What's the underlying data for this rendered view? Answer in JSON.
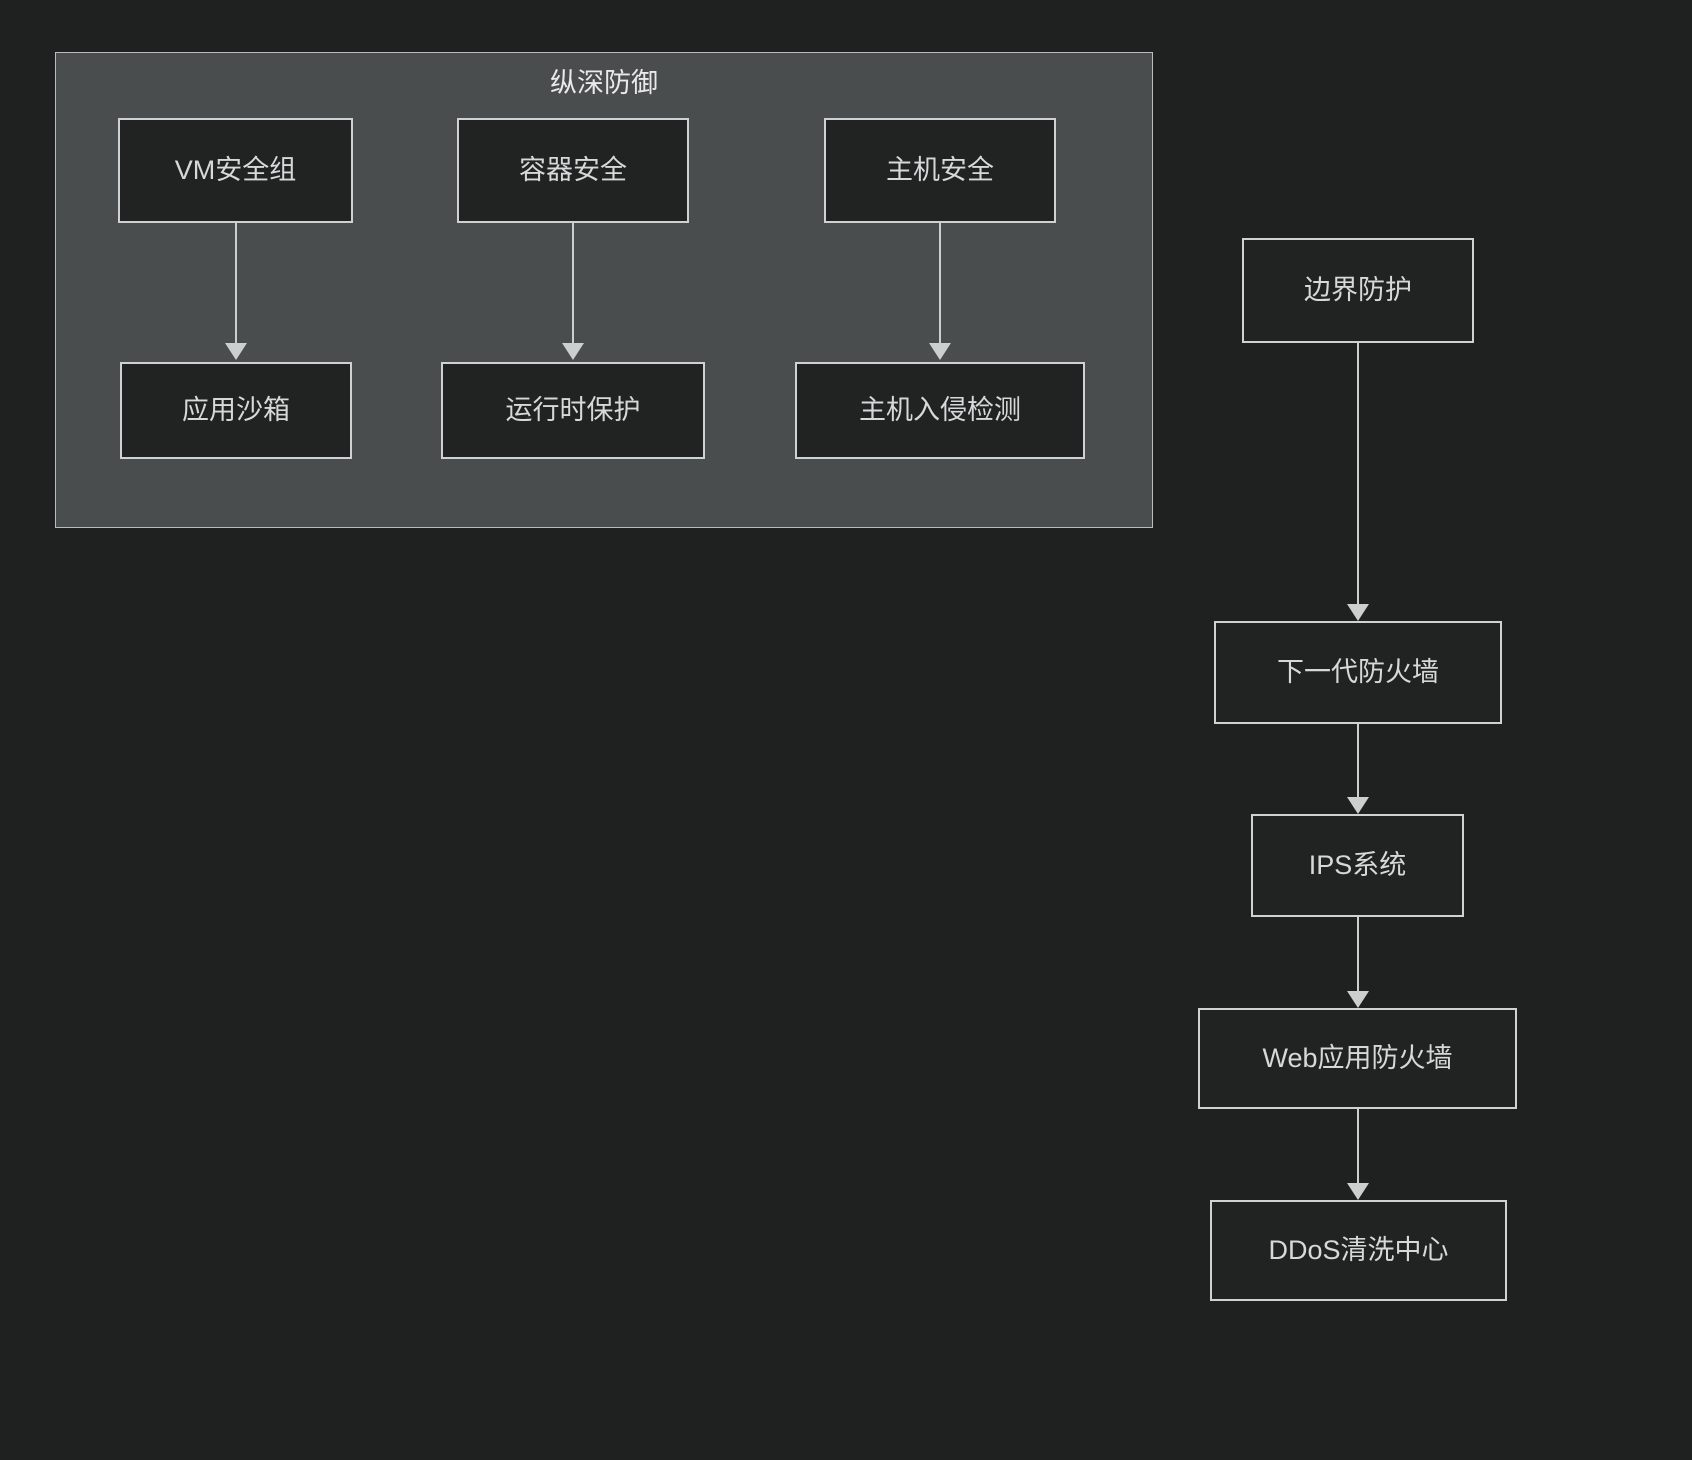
{
  "diagram": {
    "title": "纵深防御",
    "background_color": "#1f2020",
    "subgraph_fill": "#4a4d4d",
    "node_fill": "#202322",
    "node_border": "#cfd2d2",
    "edge_color": "#cbcfce",
    "text_color": "#d6d9d9"
  },
  "subgraph": {
    "label": "纵深防御",
    "nodes": [
      {
        "id": "vm_security_group",
        "label": "VM安全组"
      },
      {
        "id": "container_security",
        "label": "容器安全"
      },
      {
        "id": "host_security",
        "label": "主机安全"
      },
      {
        "id": "app_sandbox",
        "label": "应用沙箱"
      },
      {
        "id": "runtime_protection",
        "label": "运行时保护"
      },
      {
        "id": "host_intrusion_detection",
        "label": "主机入侵检测"
      }
    ]
  },
  "perimeter_chain": {
    "nodes": [
      {
        "id": "boundary_protection",
        "label": "边界防护"
      },
      {
        "id": "next_gen_firewall",
        "label": "下一代防火墙"
      },
      {
        "id": "ips_system",
        "label": "IPS系统"
      },
      {
        "id": "web_application_firewall",
        "label": "Web应用防火墙"
      },
      {
        "id": "ddos_scrubbing_center",
        "label": "DDoS清洗中心"
      }
    ]
  },
  "edges": [
    {
      "from": "VM安全组",
      "to": "应用沙箱"
    },
    {
      "from": "容器安全",
      "to": "运行时保护"
    },
    {
      "from": "主机安全",
      "to": "主机入侵检测"
    },
    {
      "from": "边界防护",
      "to": "下一代防火墙"
    },
    {
      "from": "下一代防火墙",
      "to": "IPS系统"
    },
    {
      "from": "IPS系统",
      "to": "Web应用防火墙"
    },
    {
      "from": "Web应用防火墙",
      "to": "DDoS清洗中心"
    }
  ]
}
